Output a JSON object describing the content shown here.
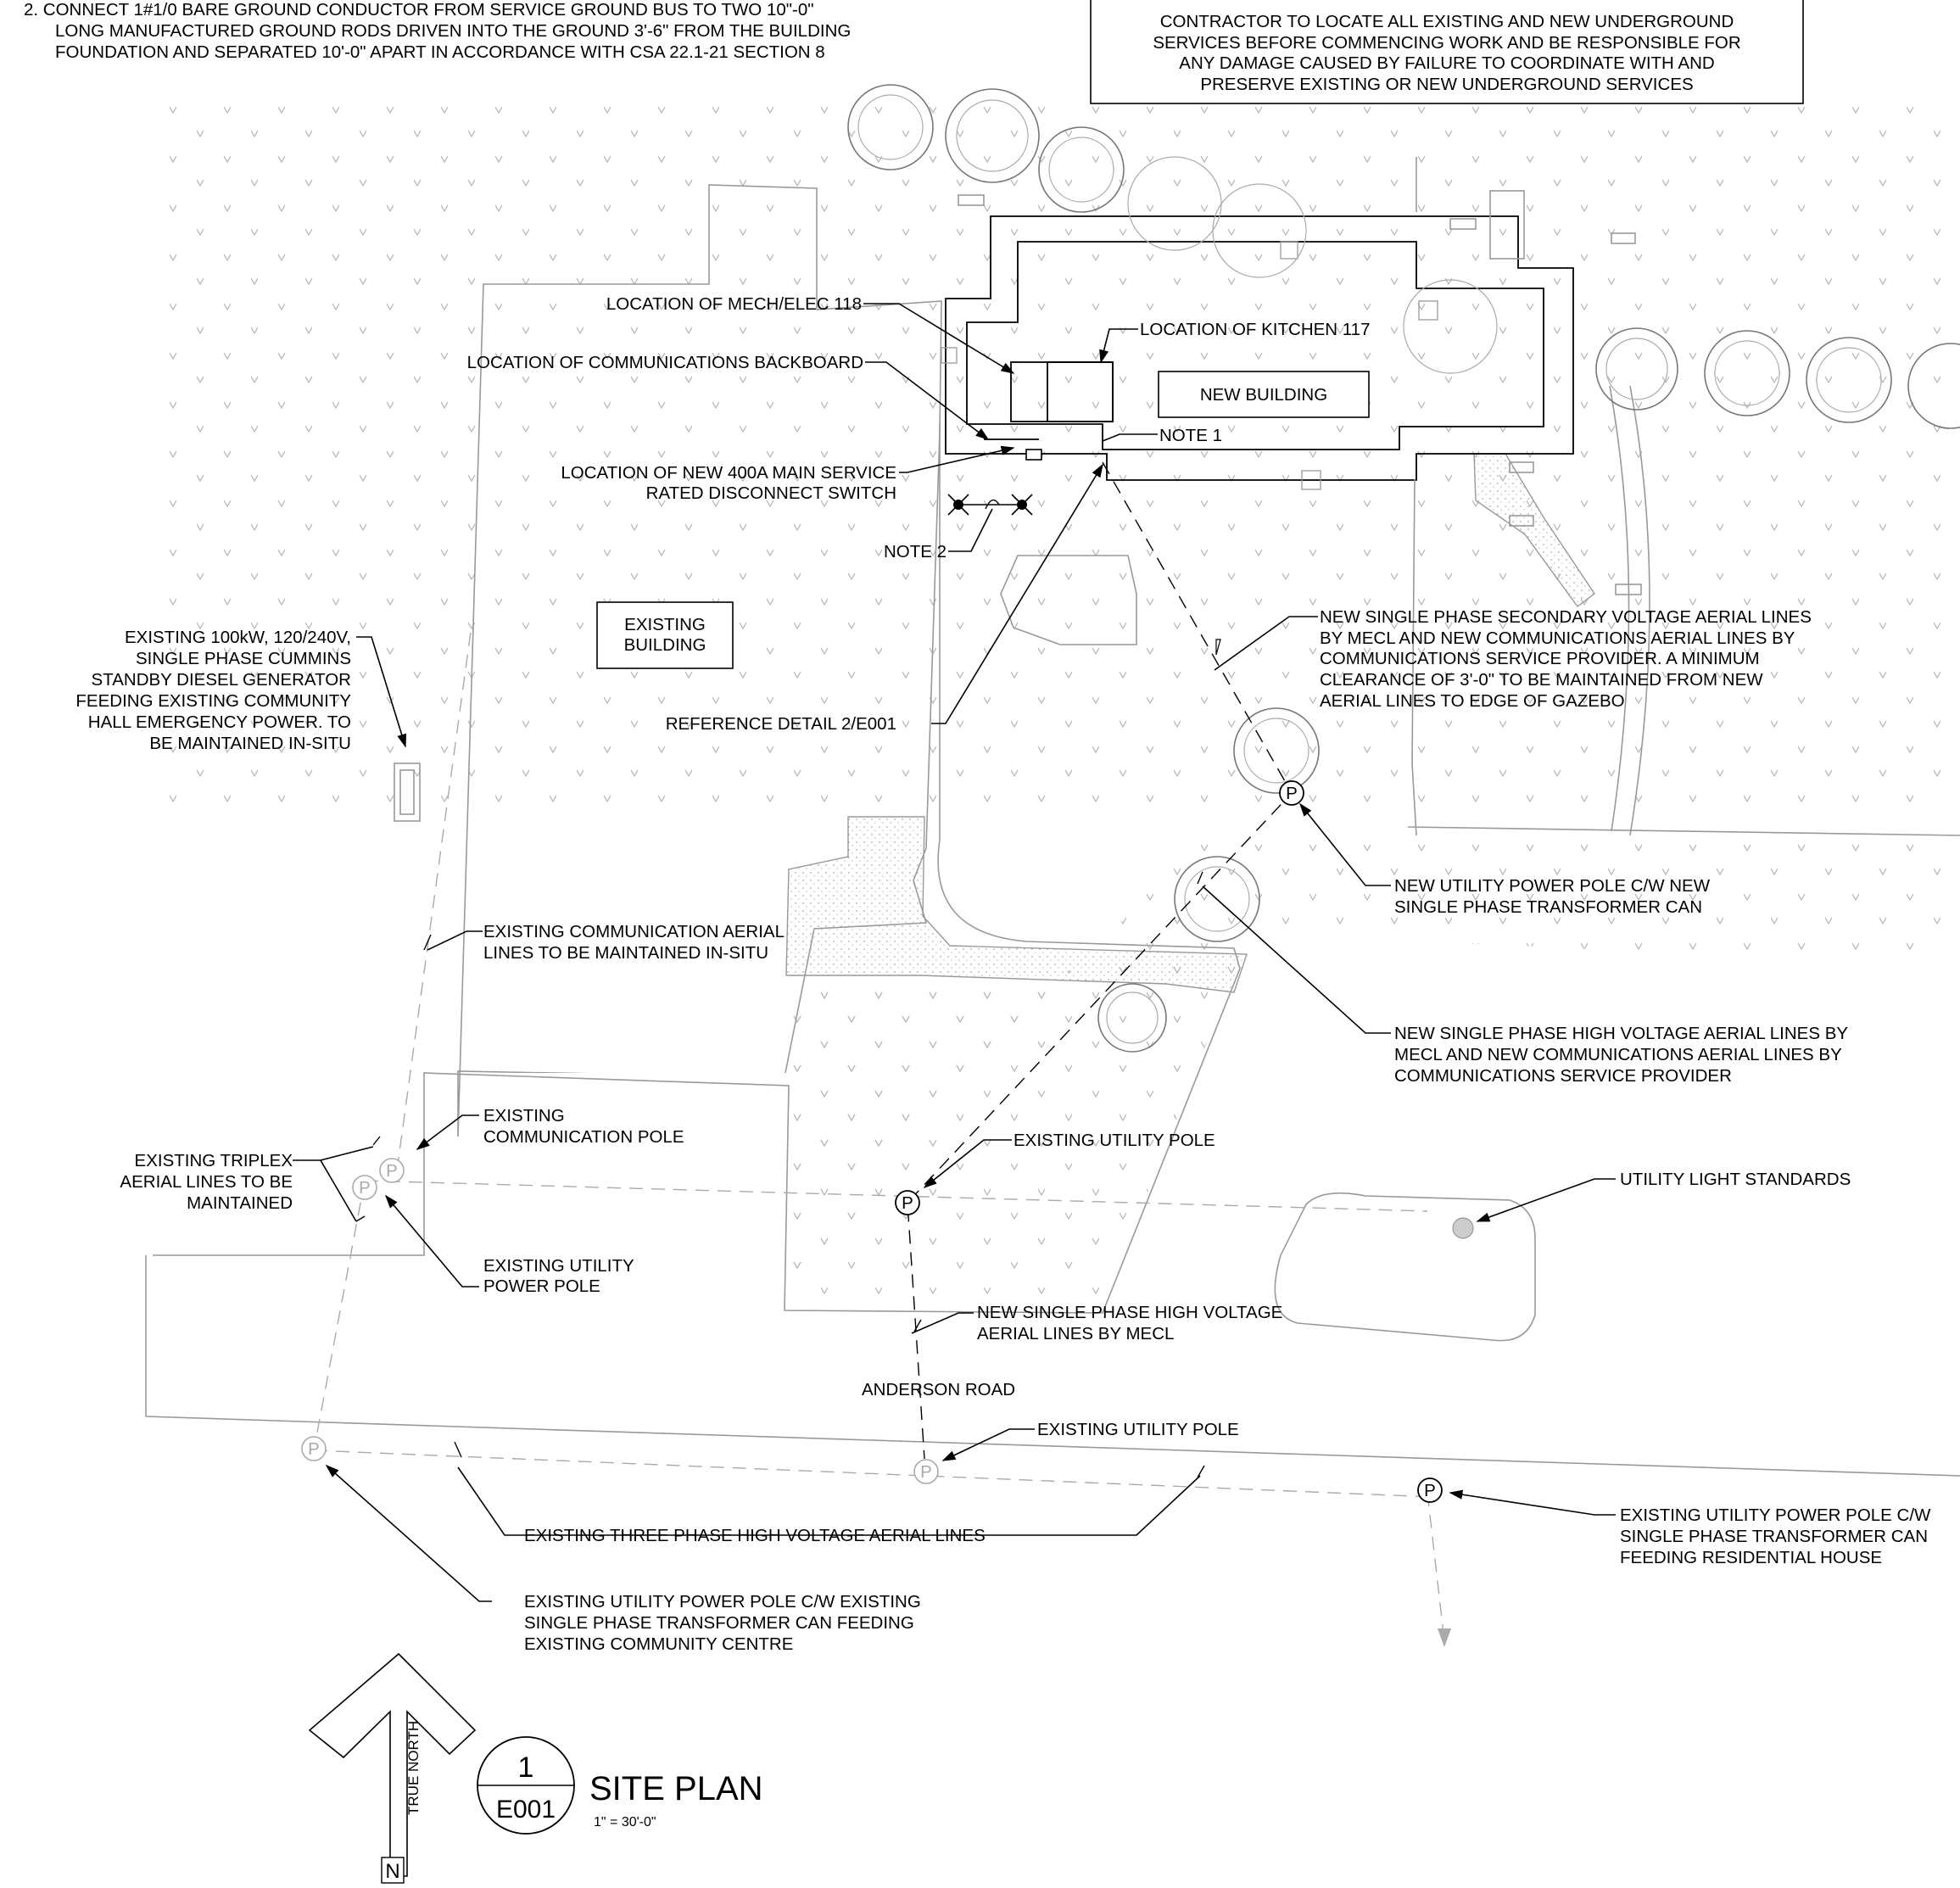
{
  "notes": {
    "note2_line1": "2.  CONNECT 1#1/0 BARE GROUND CONDUCTOR FROM SERVICE GROUND BUS TO TWO 10\"-0\"",
    "note2_line2": "LONG MANUFACTURED GROUND RODS DRIVEN INTO THE GROUND 3'-6\" FROM THE BUILDING",
    "note2_line3": "FOUNDATION AND SEPARATED 10'-0\" APART IN ACCORDANCE WITH CSA 22.1-21 SECTION 8"
  },
  "contractor_box": {
    "line1": "CONTRACTOR TO LOCATE ALL EXISTING AND NEW UNDERGROUND",
    "line2": "SERVICES BEFORE COMMENCING WORK AND BE RESPONSIBLE FOR",
    "line3": "ANY DAMAGE CAUSED BY FAILURE TO COORDINATE WITH AND",
    "line4": "PRESERVE EXISTING OR NEW UNDERGROUND SERVICES"
  },
  "buildings": {
    "new_building": "NEW BUILDING",
    "existing_line1": "EXISTING",
    "existing_line2": "BUILDING"
  },
  "labels": {
    "mech_elec": "LOCATION OF MECH/ELEC 118",
    "kitchen": "LOCATION OF KITCHEN 117",
    "comm_backboard": "LOCATION OF COMMUNICATIONS BACKBOARD",
    "note1": "NOTE 1",
    "disconnect_line1": "LOCATION OF NEW 400A MAIN SERVICE",
    "disconnect_line2": "RATED DISCONNECT SWITCH",
    "note2": "NOTE 2",
    "reference_detail": "REFERENCE DETAIL 2/E001",
    "generator": [
      "EXISTING 100kW, 120/240V,",
      "SINGLE PHASE CUMMINS",
      "STANDBY DIESEL GENERATOR",
      "FEEDING EXISTING COMMUNITY",
      "HALL EMERGENCY POWER. TO",
      "BE MAINTAINED IN-SITU"
    ],
    "secondary_lines": [
      "NEW SINGLE PHASE SECONDARY VOLTAGE AERIAL LINES",
      "BY MECL AND NEW COMMUNICATIONS AERIAL LINES BY",
      "COMMUNICATIONS SERVICE PROVIDER. A MINIMUM",
      "CLEARANCE OF 3'-0\" TO BE MAINTAINED FROM NEW",
      "AERIAL LINES TO EDGE OF GAZEBO"
    ],
    "new_pole": [
      "NEW UTILITY POWER POLE C/W NEW",
      "SINGLE PHASE TRANSFORMER CAN"
    ],
    "existing_comm_lines": [
      "EXISTING COMMUNICATION AERIAL",
      "LINES TO BE MAINTAINED IN-SITU"
    ],
    "new_hv_comm": [
      "NEW SINGLE PHASE HIGH VOLTAGE AERIAL LINES BY",
      "MECL AND NEW COMMUNICATIONS AERIAL LINES BY",
      "COMMUNICATIONS SERVICE PROVIDER"
    ],
    "existing_comm_pole": [
      "EXISTING",
      "COMMUNICATION POLE"
    ],
    "existing_triplex": [
      "EXISTING TRIPLEX",
      "AERIAL LINES TO BE",
      "MAINTAINED"
    ],
    "existing_utility_pole_mid": "EXISTING UTILITY POLE",
    "utility_light": "UTILITY LIGHT STANDARDS",
    "existing_utility_power_pole": [
      "EXISTING UTILITY",
      "POWER POLE"
    ],
    "new_hv_mecl": [
      "NEW SINGLE PHASE HIGH VOLTAGE",
      "AERIAL LINES BY MECL"
    ],
    "anderson_road": "ANDERSON ROAD",
    "existing_utility_pole_road": "EXISTING UTILITY POLE",
    "existing_pole_residential": [
      "EXISTING UTILITY POWER POLE C/W",
      "SINGLE PHASE TRANSFORMER CAN",
      "FEEDING RESIDENTIAL HOUSE"
    ],
    "three_phase": "EXISTING THREE PHASE HIGH VOLTAGE AERIAL LINES",
    "pole_community_centre": [
      "EXISTING UTILITY POWER POLE C/W EXISTING",
      "SINGLE PHASE TRANSFORMER CAN FEEDING",
      "EXISTING COMMUNITY CENTRE"
    ],
    "pole_letter": "P"
  },
  "title_block": {
    "detail_number": "1",
    "sheet": "E001",
    "title": "SITE PLAN",
    "scale": "1\" = 30'-0\"",
    "north": "TRUE NORTH",
    "north_letter": "N"
  }
}
